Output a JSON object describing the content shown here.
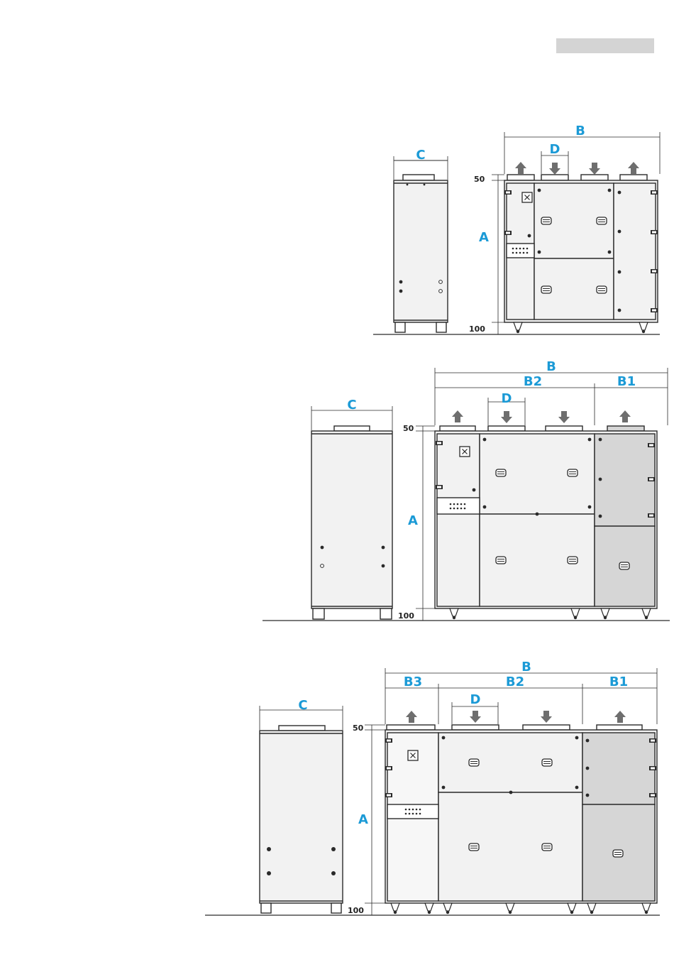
{
  "colors": {
    "accent": "#1b9ad6",
    "panel": "#f2f2f2",
    "panel_dark": "#d6d6d6",
    "line": "#2a2a2a",
    "arrow": "#6e6e6e",
    "header_bar": "#d4d4d4"
  },
  "header_bar_text": "",
  "labels": {
    "height": "A",
    "width": "B",
    "depth": "C",
    "duct": "D",
    "section_1": "B1",
    "section_2": "B2",
    "section_3": "B3",
    "top_offset": "50",
    "bottom_offset": "100"
  },
  "icons": {
    "airflow_out": "arrow-up-icon",
    "airflow_in": "arrow-down-icon",
    "handle": "handle-icon",
    "panel_screw": "screw-icon",
    "electrical_box": "electrical-box-icon"
  }
}
